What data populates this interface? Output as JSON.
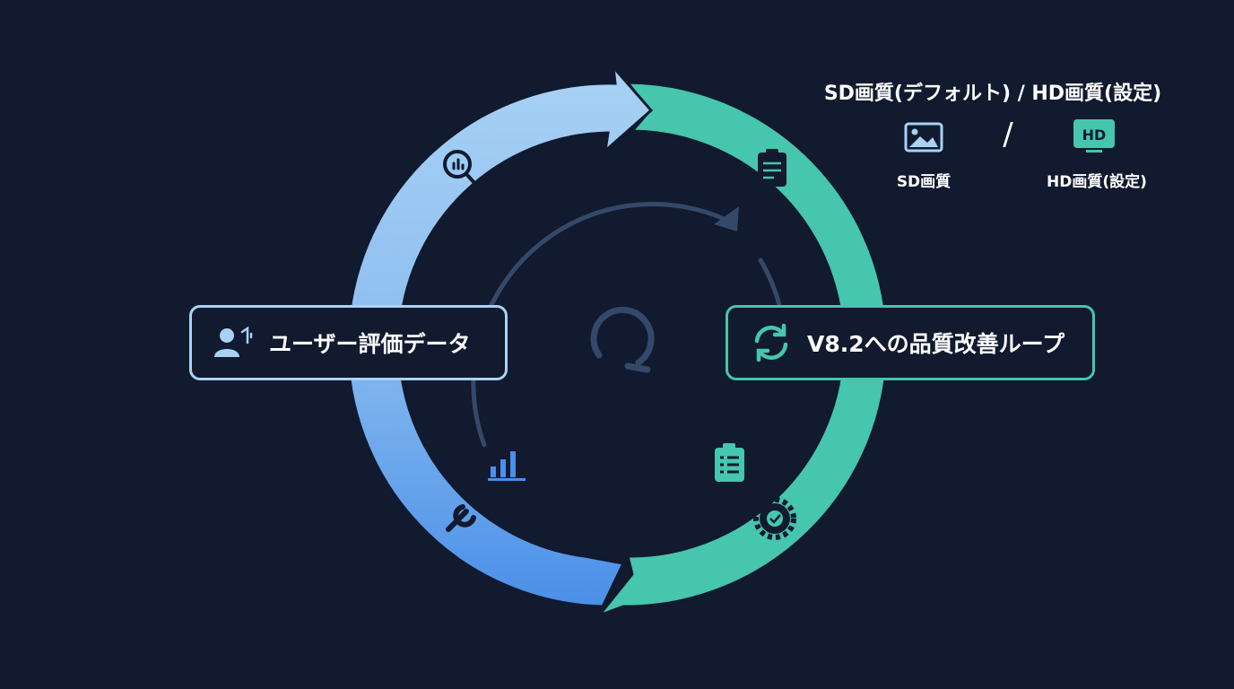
{
  "legend": {
    "title": "SD画質(デフォルト) / HD画質(設定)",
    "separator": "/",
    "sd_label": "SD画質",
    "hd_label": "HD画質(設定)",
    "hd_badge": "HD"
  },
  "left_box": {
    "label": "ユーザー評価データ"
  },
  "right_box": {
    "label": "V8.2への品質改善ループ"
  },
  "colors": {
    "background": "#111a2e",
    "blue_light": "#a8d2f5",
    "blue_dark": "#4a90e8",
    "teal": "#45c6ad",
    "inner_arc": "#34496a"
  },
  "icons": {
    "cycle_top_left": "analytics-search-icon",
    "cycle_top_right": "clipboard-icon",
    "cycle_bottom_left": "wrench-icon",
    "cycle_bottom_right": "gear-check-icon",
    "inner_left": "bar-chart-icon",
    "inner_right": "checklist-icon",
    "center": "refresh-loop-icon",
    "left_box": "user-feedback-icon",
    "right_box": "sync-icon",
    "legend_sd": "image-icon",
    "legend_hd": "hd-monitor-icon"
  }
}
